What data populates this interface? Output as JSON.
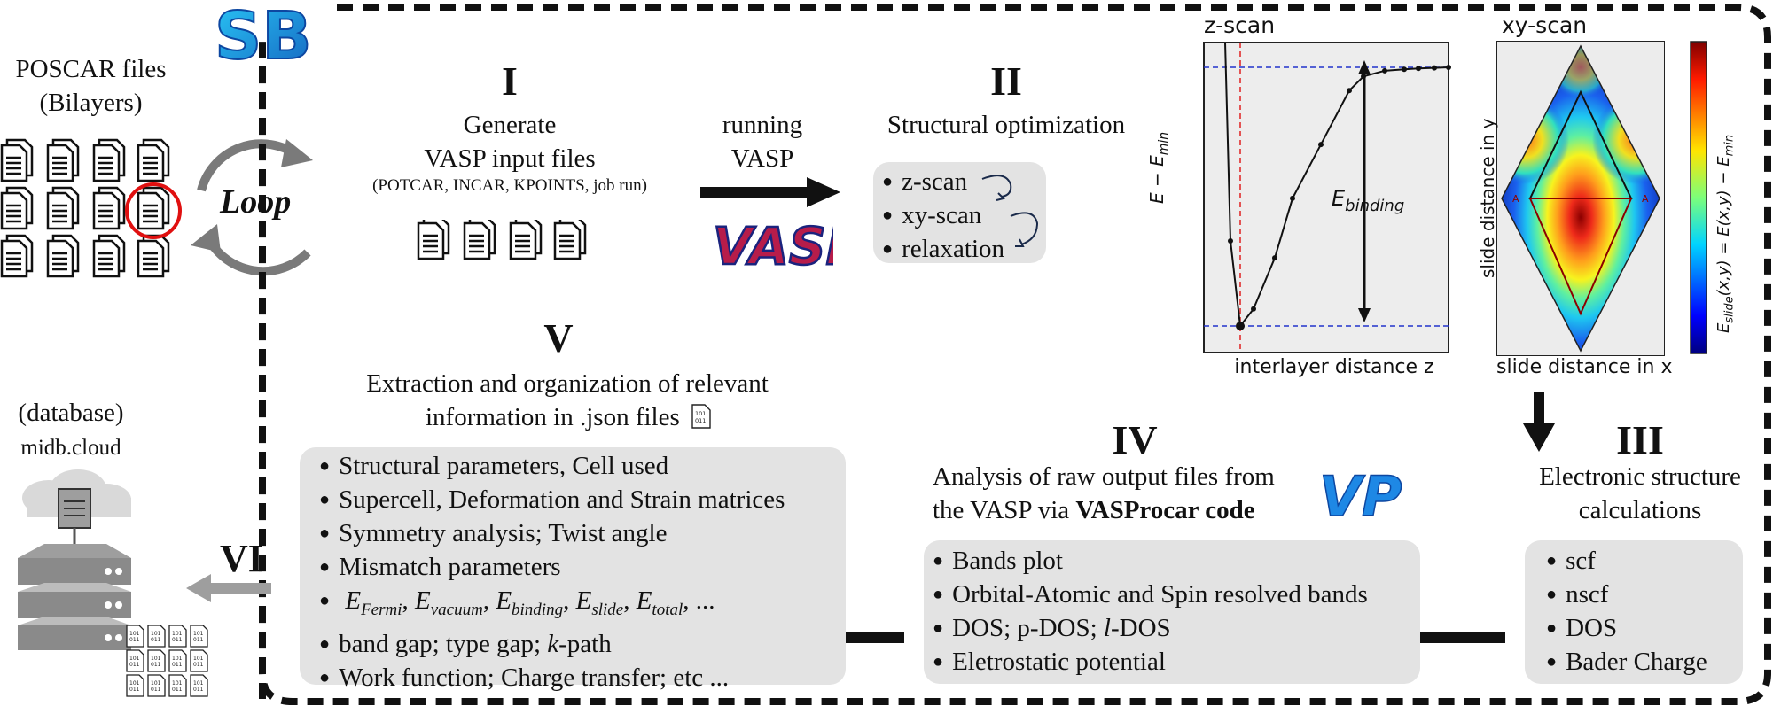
{
  "logo": {
    "text": "SB"
  },
  "left": {
    "poscar_title": "POSCAR files",
    "poscar_subtitle": "(Bilayers)",
    "loop_label": "Loop",
    "database_label": "(database)",
    "database_url": "midb.cloud",
    "step_vi": "VI"
  },
  "step_i": {
    "numeral": "I",
    "line1": "Generate",
    "line2": "VASP input files",
    "line3": "(POTCAR, INCAR, KPOINTS, job run)"
  },
  "arrow_i_ii": {
    "line1": "running",
    "line2": "VASP",
    "logo_text": "VASP"
  },
  "step_ii": {
    "numeral": "II",
    "title": "Structural optimization",
    "items": [
      "z-scan",
      "xy-scan",
      "relaxation"
    ]
  },
  "zscan": {
    "title": "z-scan",
    "xlabel": "interlayer distance z",
    "ylabel": "E − E",
    "ylabel_sub": "min",
    "annotation": "E",
    "annotation_sub": "binding"
  },
  "xyscan": {
    "title": "xy-scan",
    "xlabel": "slide distance in x",
    "ylabel": "slide distance in y",
    "colorbar_label": "E",
    "colorbar_sub": "slide",
    "colorbar_label2": "(x,y) = E(x,y) − E",
    "colorbar_sub2": "min",
    "corner_left": "A",
    "corner_right": "A"
  },
  "step_iii": {
    "numeral": "III",
    "title_line1": "Electronic structure",
    "title_line2": "calculations",
    "items": [
      "scf",
      "nscf",
      "DOS",
      "Bader Charge"
    ]
  },
  "step_iv": {
    "numeral": "IV",
    "title_line1": "Analysis of raw output files from",
    "title_line2_pre": "the VASP via ",
    "title_line2_bold": "VASProcar code",
    "logo_text": "VP",
    "items": [
      "Bands plot",
      "Orbital-Atomic and Spin resolved bands",
      "DOS; p-DOS; ",
      "Eletrostatic potential"
    ],
    "item3_italic": "l",
    "item3_tail": "-DOS"
  },
  "step_v": {
    "numeral": "V",
    "title_line1": "Extraction and organization of relevant",
    "title_line2": "information in .json files",
    "items": [
      "Structural parameters, Cell used",
      "Supercell, Deformation and Strain matrices",
      "Symmetry analysis; Twist angle",
      "Mismatch parameters"
    ],
    "energies": [
      {
        "e": "E",
        "sub": "Fermi"
      },
      {
        "e": "E",
        "sub": "vacuum"
      },
      {
        "e": "E",
        "sub": "binding"
      },
      {
        "e": "E",
        "sub": "slide"
      },
      {
        "e": "E",
        "sub": "total"
      }
    ],
    "energies_tail": "...",
    "gap_pre": "band gap; type gap; ",
    "gap_italic": "k",
    "gap_tail": "-path",
    "last_item": "Work function; Charge transfer; etc ..."
  },
  "colors": {
    "box_bg": "#e3e3e3",
    "dashed_border": "#111111",
    "loop_arrow": "#7a7a7a",
    "red_circle": "#e01010",
    "logo_blue": "#1e88e5",
    "vasp_red": "#b71c4a",
    "vasp_blue": "#1a237e"
  },
  "chart_data": [
    {
      "type": "line",
      "title": "z-scan",
      "xlabel": "interlayer distance z",
      "ylabel": "E − E_min",
      "x": [
        0,
        1,
        2,
        3,
        4,
        5,
        6,
        7,
        8,
        9,
        10,
        11,
        12,
        13
      ],
      "y": [
        12.0,
        3.0,
        0.0,
        0.6,
        2.4,
        4.5,
        6.4,
        8.3,
        8.8,
        9.0,
        9.05,
        9.08,
        9.1,
        9.12
      ],
      "grid": false
    },
    {
      "type": "heatmap",
      "title": "xy-scan",
      "xlabel": "slide distance in x",
      "ylabel": "slide distance in y",
      "colorbar": "viridis-jet"
    }
  ]
}
